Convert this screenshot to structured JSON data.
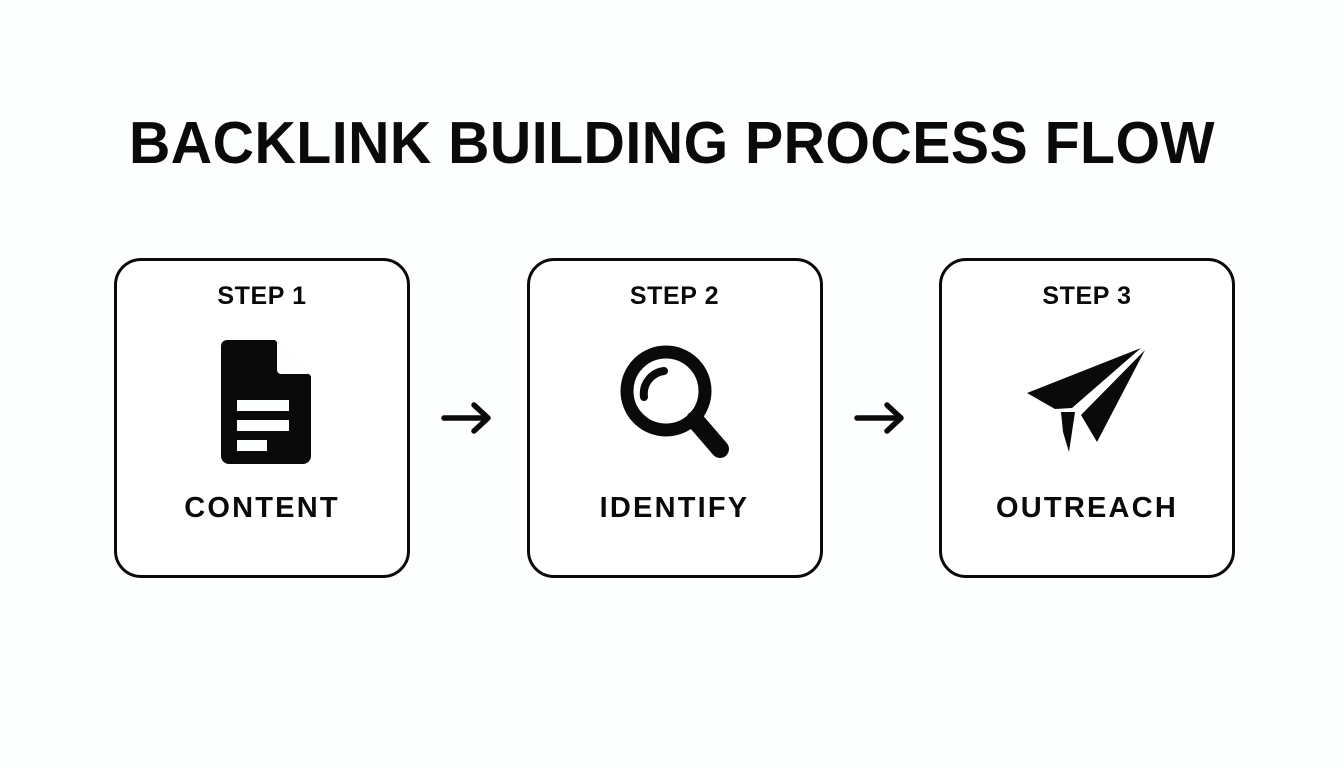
{
  "page": {
    "title": "BACKLINK BUILDING PROCESS FLOW",
    "background_color": "#fdfefe",
    "ink_color": "#0a0a0a"
  },
  "flow": {
    "connector_icon": "arrow-right-icon",
    "steps": [
      {
        "step_label": "STEP 1",
        "name": "CONTENT",
        "icon": "document-icon"
      },
      {
        "step_label": "STEP 2",
        "name": "IDENTIFY",
        "icon": "magnifier-icon"
      },
      {
        "step_label": "STEP 3",
        "name": "OUTREACH",
        "icon": "paper-plane-icon"
      }
    ]
  }
}
